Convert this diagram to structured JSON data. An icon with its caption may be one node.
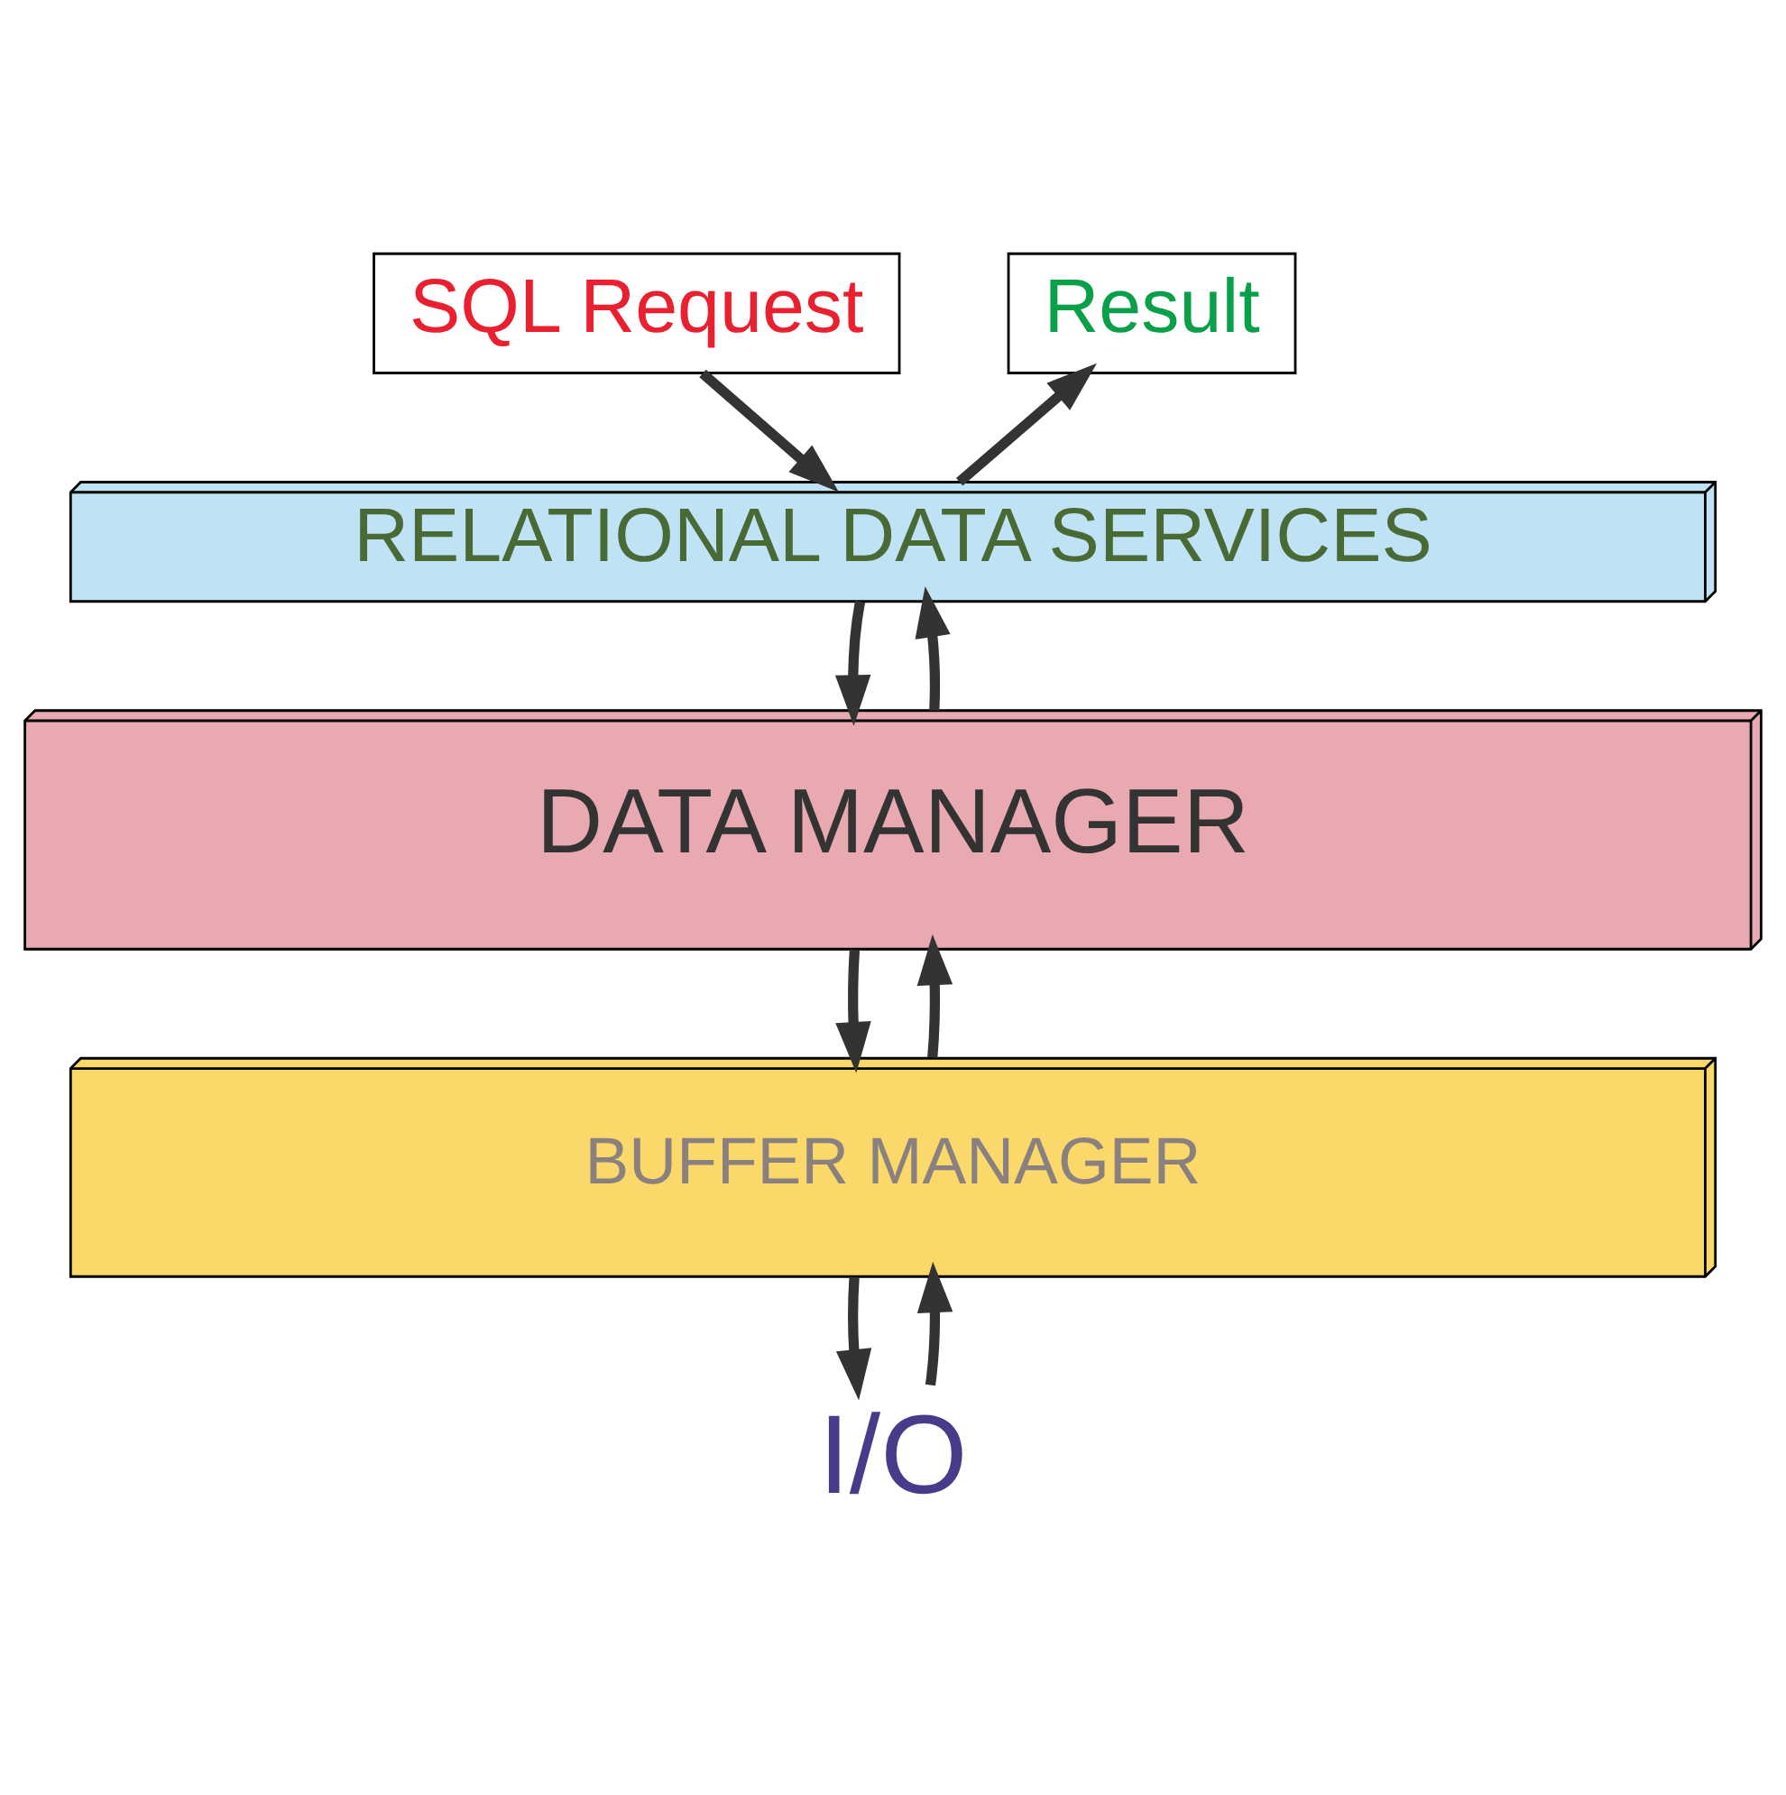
{
  "diagram": {
    "nodes": [
      {
        "text": [
          "SQL Request"
        ]
      },
      {
        "text": [
          "Result"
        ]
      },
      {
        "text": [
          "RELATIONAL DATA SERVICES"
        ]
      },
      {
        "text": [
          "DATA MANAGER"
        ]
      },
      {
        "text": [
          "BUFFER MANAGER"
        ]
      },
      {
        "text": [
          "I/O"
        ]
      }
    ],
    "edges": [
      {
        "from": 0,
        "to": 2,
        "arrow": "to"
      },
      {
        "from": 2,
        "to": 1,
        "arrow": "to"
      },
      {
        "from": 2,
        "to": 3,
        "arrow": "to"
      },
      {
        "from": 3,
        "to": 4,
        "arrow": "to"
      },
      {
        "from": 4,
        "to": 5,
        "arrow": "to"
      },
      {
        "from": 5,
        "to": 4,
        "arrow": "to"
      },
      {
        "from": 3,
        "to": 2,
        "arrow": "to"
      },
      {
        "from": 4,
        "to": 3,
        "arrow": "to"
      }
    ]
  }
}
